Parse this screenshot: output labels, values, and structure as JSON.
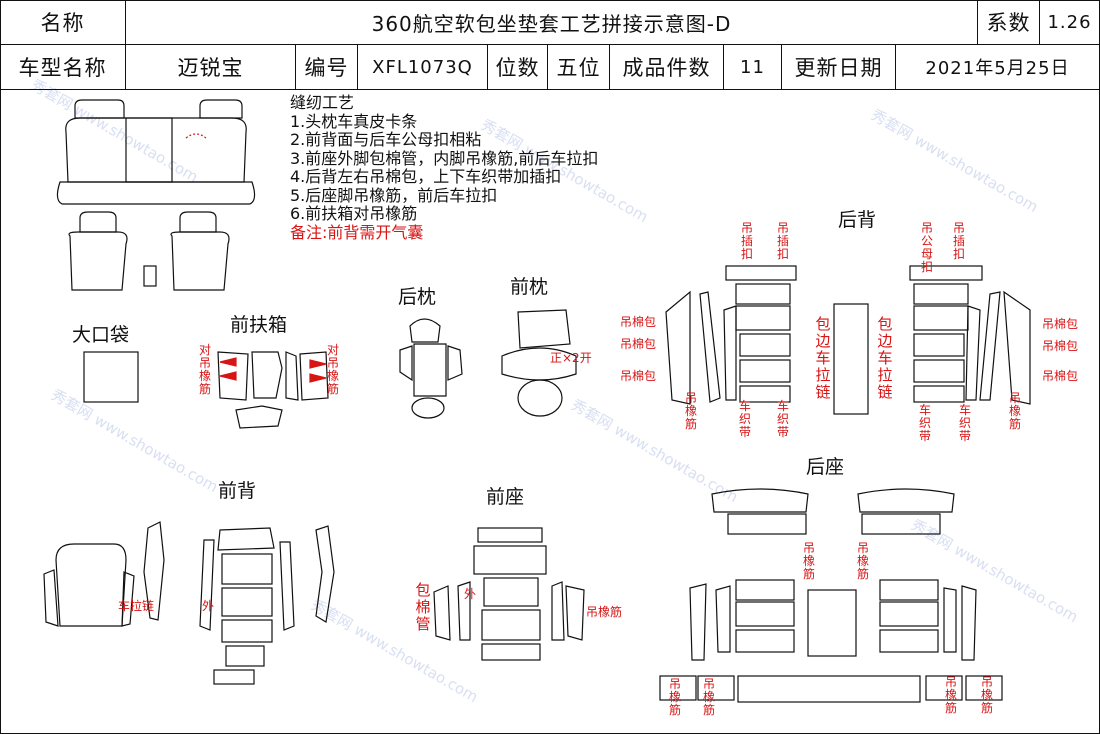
{
  "header": {
    "name_label": "名称",
    "title": "360航空软包坐垫套工艺拼接示意图-D",
    "coef_label": "系数",
    "coef_value": "1.26",
    "model_label": "车型名称",
    "model_value": "迈锐宝",
    "code_label": "编号",
    "code_value": "XFL1073Q",
    "seats_label": "位数",
    "seats_value": "五位",
    "pieces_label": "成品件数",
    "pieces_value": "11",
    "update_label": "更新日期",
    "update_value": "2021年5月25日"
  },
  "process": {
    "heading": "缝纫工艺",
    "steps": [
      "1.头枕车真皮卡条",
      "2.前背面与后车公母扣相粘",
      "3.前座外脚包棉管，内脚吊橡筋,前后车拉扣",
      "4.后背左右吊棉包，上下车织带加插扣",
      "5.后座脚吊橡筋，前后车拉扣",
      "6.前扶箱对吊橡筋"
    ],
    "note": "备注:前背需开气囊"
  },
  "sections": {
    "big_pocket": "大口袋",
    "front_armrest": "前扶箱",
    "rear_headrest": "后枕",
    "front_headrest": "前枕",
    "rear_back": "后背",
    "front_back": "前背",
    "front_seat": "前座",
    "rear_seat": "后座"
  },
  "annotations": {
    "armrest_left": "对吊橡筋",
    "armrest_right": "对吊橡筋",
    "headrest_cut": "正×2开",
    "buckle": "吊插扣",
    "male_female_buckle": "吊公母扣",
    "cotton_pack": "吊棉包",
    "edge_zipper": "包边车拉链",
    "webbing": "车织带",
    "elastic": "吊橡筋",
    "zipper": "车拉链",
    "outer": "外",
    "cotton_tube": "包棉管"
  },
  "watermark": {
    "cn": "秀套网",
    "url": "www.showtao.com"
  }
}
